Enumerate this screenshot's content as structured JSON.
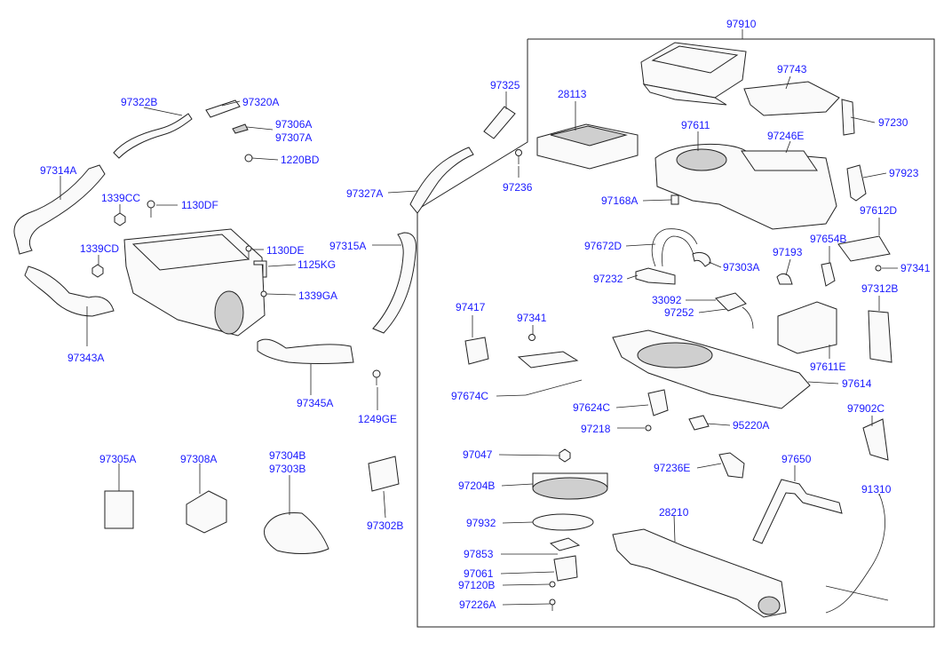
{
  "diagram": {
    "assembly_label": "97910",
    "labels": [
      {
        "key": "97910",
        "text": "97910"
      },
      {
        "key": "97322B",
        "text": "97322B"
      },
      {
        "key": "97320A",
        "text": "97320A"
      },
      {
        "key": "97306A",
        "text": "97306A"
      },
      {
        "key": "97307A",
        "text": "97307A"
      },
      {
        "key": "1220BD",
        "text": "1220BD"
      },
      {
        "key": "97314A",
        "text": "97314A"
      },
      {
        "key": "1339CC",
        "text": "1339CC"
      },
      {
        "key": "1130DF",
        "text": "1130DF"
      },
      {
        "key": "1339CD",
        "text": "1339CD"
      },
      {
        "key": "1130DE",
        "text": "1130DE"
      },
      {
        "key": "1125KG",
        "text": "1125KG"
      },
      {
        "key": "1339GA",
        "text": "1339GA"
      },
      {
        "key": "97343A",
        "text": "97343A"
      },
      {
        "key": "97345A",
        "text": "97345A"
      },
      {
        "key": "1249GE",
        "text": "1249GE"
      },
      {
        "key": "97325",
        "text": "97325"
      },
      {
        "key": "97327A",
        "text": "97327A"
      },
      {
        "key": "97315A",
        "text": "97315A"
      },
      {
        "key": "28113",
        "text": "28113"
      },
      {
        "key": "97236",
        "text": "97236"
      },
      {
        "key": "97611",
        "text": "97611"
      },
      {
        "key": "97743",
        "text": "97743"
      },
      {
        "key": "97246E",
        "text": "97246E"
      },
      {
        "key": "97230",
        "text": "97230"
      },
      {
        "key": "97923",
        "text": "97923"
      },
      {
        "key": "97168A",
        "text": "97168A"
      },
      {
        "key": "97612D",
        "text": "97612D"
      },
      {
        "key": "97672D",
        "text": "97672D"
      },
      {
        "key": "97193",
        "text": "97193"
      },
      {
        "key": "97654B",
        "text": "97654B"
      },
      {
        "key": "97341_r",
        "text": "97341"
      },
      {
        "key": "97303A",
        "text": "97303A"
      },
      {
        "key": "97232",
        "text": "97232"
      },
      {
        "key": "97312B",
        "text": "97312B"
      },
      {
        "key": "33092",
        "text": "33092"
      },
      {
        "key": "97252",
        "text": "97252"
      },
      {
        "key": "97417",
        "text": "97417"
      },
      {
        "key": "97341_m",
        "text": "97341"
      },
      {
        "key": "97611E",
        "text": "97611E"
      },
      {
        "key": "97614",
        "text": "97614"
      },
      {
        "key": "97674C",
        "text": "97674C"
      },
      {
        "key": "97624C",
        "text": "97624C"
      },
      {
        "key": "97902C",
        "text": "97902C"
      },
      {
        "key": "97218",
        "text": "97218"
      },
      {
        "key": "95220A",
        "text": "95220A"
      },
      {
        "key": "97047",
        "text": "97047"
      },
      {
        "key": "97236E",
        "text": "97236E"
      },
      {
        "key": "97650",
        "text": "97650"
      },
      {
        "key": "97204B",
        "text": "97204B"
      },
      {
        "key": "91310",
        "text": "91310"
      },
      {
        "key": "28210",
        "text": "28210"
      },
      {
        "key": "97932",
        "text": "97932"
      },
      {
        "key": "97853",
        "text": "97853"
      },
      {
        "key": "97061",
        "text": "97061"
      },
      {
        "key": "97120B",
        "text": "97120B"
      },
      {
        "key": "97226A",
        "text": "97226A"
      },
      {
        "key": "97305A",
        "text": "97305A"
      },
      {
        "key": "97308A",
        "text": "97308A"
      },
      {
        "key": "97304B",
        "text": "97304B"
      },
      {
        "key": "97303B",
        "text": "97303B"
      },
      {
        "key": "97302B",
        "text": "97302B"
      }
    ],
    "colors": {
      "label": "#1a1aff",
      "line": "#222222",
      "part_fill": "#fafafa",
      "shade_fill": "#cfcfcf",
      "background": "#ffffff"
    }
  }
}
